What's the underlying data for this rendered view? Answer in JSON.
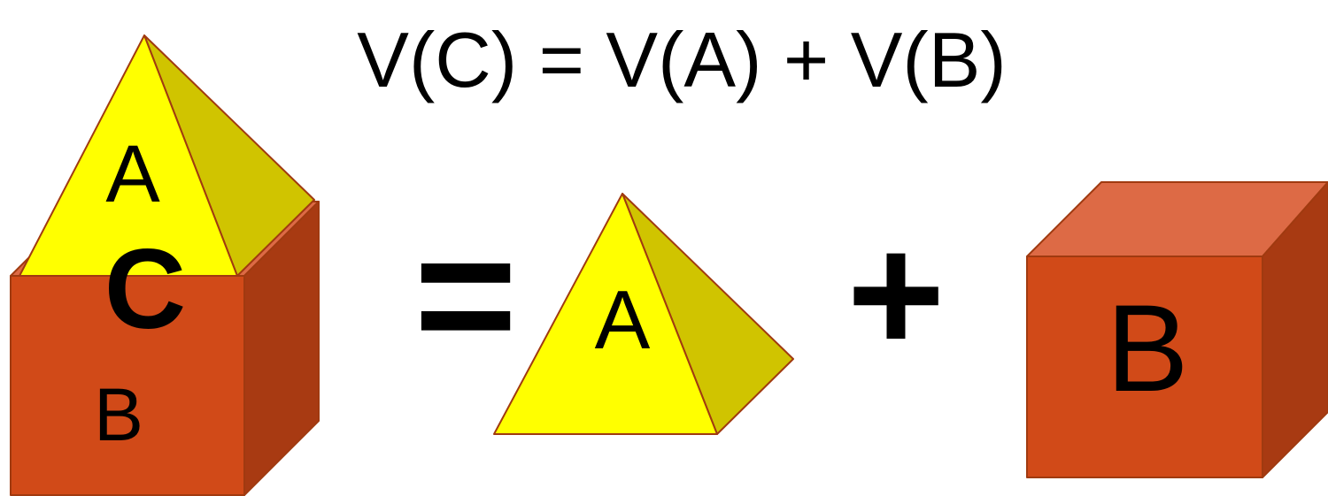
{
  "formula": "V(C) = V(A) + V(B)",
  "composite": {
    "pyramid_label": "A",
    "combined_label": "C",
    "cube_label": "B"
  },
  "operators": {
    "equals": "=",
    "plus": "+"
  },
  "pyramid": {
    "label": "A"
  },
  "cube": {
    "label": "B"
  },
  "colors": {
    "pyramid_front": "#ffff00",
    "pyramid_side": "#d0c400",
    "cube_front": "#d14a18",
    "cube_side": "#a83a12",
    "cube_top": "#dd6a45",
    "outline": "#a03a10"
  }
}
